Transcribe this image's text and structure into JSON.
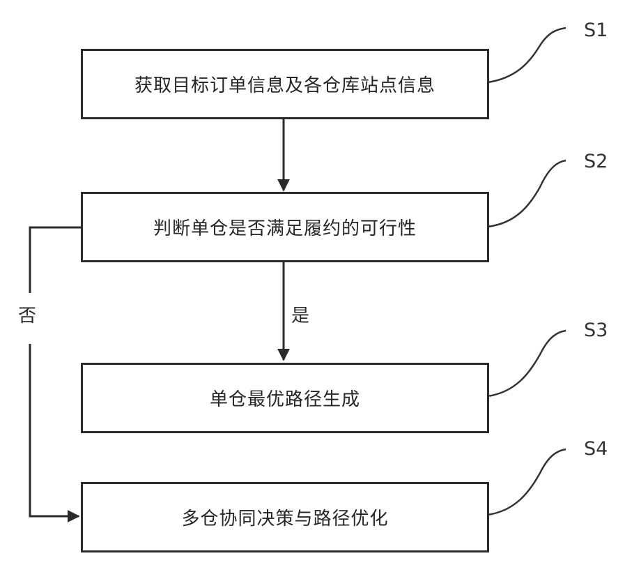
{
  "steps": [
    {
      "id": "S1",
      "label": "获取目标订单信息及各仓库站点信息"
    },
    {
      "id": "S2",
      "label": "判断单仓是否满足履约的可行性"
    },
    {
      "id": "S3",
      "label": "单仓最优路径生成"
    },
    {
      "id": "S4",
      "label": "多仓协同决策与路径优化"
    }
  ],
  "conditions": {
    "yes": "是",
    "no": "否"
  }
}
